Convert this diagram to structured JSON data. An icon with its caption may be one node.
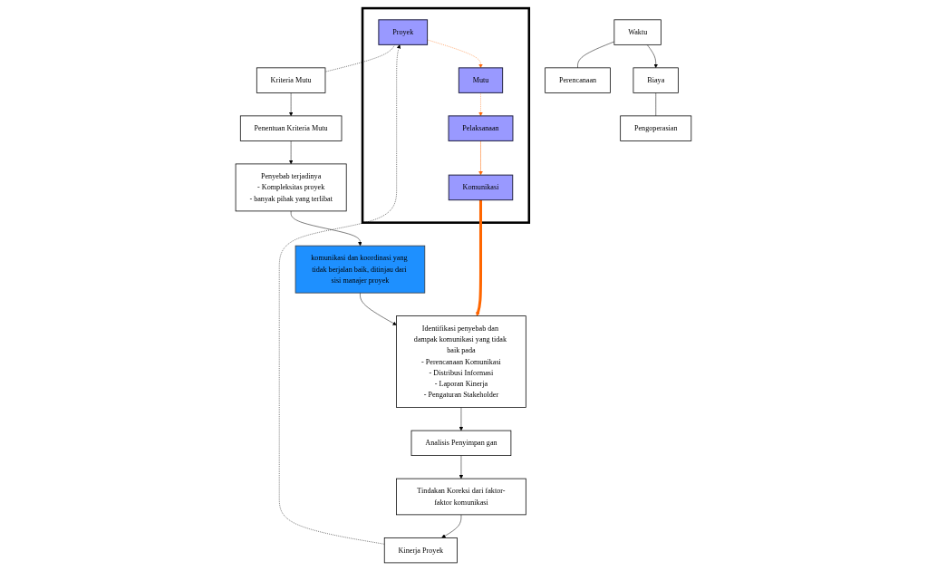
{
  "diagram": {
    "nodes": [
      {
        "text": [],
        "shape": "box"
      },
      {
        "text": [
          "Kinerja Proyek"
        ]
      },
      {
        "text": [
          "Proyek"
        ],
        "in": 0
      },
      {
        "text": [
          "Kriteria Mutu"
        ]
      },
      {
        "text": [
          "Waktu"
        ]
      },
      {
        "text": [
          "Mutu"
        ],
        "in": 0
      },
      {
        "text": [
          "Biaya"
        ]
      },
      {
        "text": [
          "Penentuan Kriteria Mutu"
        ]
      },
      {
        "text": [
          "Perencanaan"
        ]
      },
      {
        "text": [
          "Pelaksanaan"
        ],
        "in": 0
      },
      {
        "text": [
          "Pengoperasian"
        ]
      },
      {
        "text": [
          "Penyebab terjadinya",
          "- Kompleksitas proyek",
          "- banyak pihak yang terlibat"
        ]
      },
      {
        "text": [
          "Komunikasi"
        ],
        "in": 0
      },
      {
        "text": [
          "komunikasi dan koordinasi yang tidak berjalan baik, ditinjau dari sisi manajer proyek"
        ]
      },
      {
        "text": [
          "Identifikasi penyebab dan dampak komunikasi yang tidak baik pada",
          "- Perencanaan Komunikasi",
          "- Distribusi Informasi",
          "- Laporan Kinerja",
          "- Pengaturan Stakeholder"
        ]
      },
      {
        "text": [
          "Analisis Penyimpan gan"
        ]
      },
      {
        "text": [
          "Tindakan Koreksi dari faktor-faktor komunikasi"
        ]
      }
    ],
    "edges": [
      {
        "from": 1,
        "to": 2,
        "arrow": "to",
        "style": "dashed"
      },
      {
        "from": 2,
        "to": 5,
        "arrow": "to",
        "style": "dashed",
        "color": "#ff6600"
      },
      {
        "from": 5,
        "to": 9,
        "arrow": "to",
        "style": "dashed",
        "color": "#ff6600"
      },
      {
        "from": 9,
        "to": 12,
        "arrow": "to",
        "color": "#ff6600"
      },
      {
        "from": 12,
        "to": 14,
        "arrow": "to",
        "style": "thick",
        "color": "#ff6600"
      },
      {
        "from": 2,
        "to": 3,
        "arrow": "none",
        "style": "dashed"
      },
      {
        "from": 4,
        "to": 6,
        "arrow": "to"
      },
      {
        "from": 4,
        "to": 8,
        "arrow": "none"
      },
      {
        "from": 6,
        "to": 10,
        "arrow": "none"
      },
      {
        "from": 3,
        "to": 7,
        "arrow": "to"
      },
      {
        "from": 7,
        "to": 11,
        "arrow": "to"
      },
      {
        "from": 11,
        "to": 13,
        "arrow": "to"
      },
      {
        "from": 13,
        "to": 14,
        "arrow": "to"
      },
      {
        "from": 14,
        "to": 15,
        "arrow": "to"
      },
      {
        "from": 15,
        "to": 16,
        "arrow": "to"
      },
      {
        "from": 16,
        "to": 1,
        "arrow": "to"
      }
    ]
  }
}
